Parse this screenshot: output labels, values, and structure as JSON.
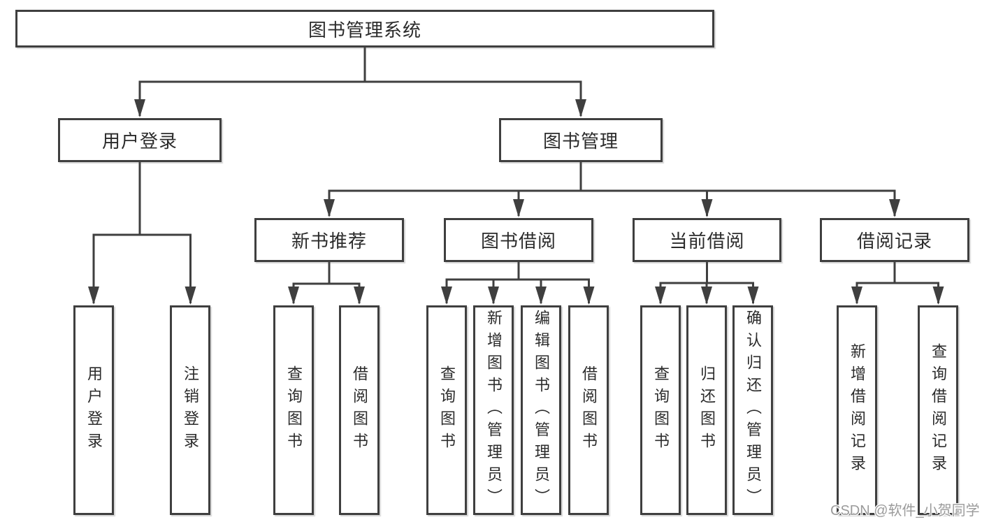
{
  "diagram": {
    "watermark": "CSDN @软件_小贺同学",
    "colors": {
      "background": "#ffffff",
      "line": "#3f3f3f",
      "box_border": "#3f3f3f",
      "box_fill": "#ffffff",
      "text": "#2b2b2b",
      "watermark_text": "#9b9b9b"
    },
    "nodes": {
      "root": {
        "label": "图书管理系统"
      },
      "user_login": {
        "label": "用户登录"
      },
      "book_mgmt": {
        "label": "图书管理"
      },
      "new_book_rec": {
        "label": "新书推荐"
      },
      "book_borrow": {
        "label": "图书借阅"
      },
      "current_borrow": {
        "label": "当前借阅"
      },
      "borrow_record": {
        "label": "借阅记录"
      },
      "ul_user_login": {
        "label": "用户登录"
      },
      "ul_logout": {
        "label": "注销登录"
      },
      "nb_query_book": {
        "label": "查询图书"
      },
      "nb_borrow_book": {
        "label": "借阅图书"
      },
      "bb_query_book": {
        "label": "查询图书"
      },
      "bb_add_book": {
        "label": "新增图书（管理员）"
      },
      "bb_edit_book": {
        "label": "编辑图书（管理员）"
      },
      "bb_borrow_book": {
        "label": "借阅图书"
      },
      "cb_query_book": {
        "label": "查询图书"
      },
      "cb_return_book": {
        "label": "归还图书"
      },
      "cb_confirm_return": {
        "label": "确认归还（管理员）"
      },
      "br_add_record": {
        "label": "新增借阅记录"
      },
      "br_query_record": {
        "label": "查询借阅记录"
      }
    },
    "structure": {
      "图书管理系统": [
        "用户登录",
        "图书管理"
      ],
      "用户登录": [
        "用户登录",
        "注销登录"
      ],
      "图书管理": [
        "新书推荐",
        "图书借阅",
        "当前借阅",
        "借阅记录"
      ],
      "新书推荐": [
        "查询图书",
        "借阅图书"
      ],
      "图书借阅": [
        "查询图书",
        "新增图书（管理员）",
        "编辑图书（管理员）",
        "借阅图书"
      ],
      "当前借阅": [
        "查询图书",
        "归还图书",
        "确认归还（管理员）"
      ],
      "借阅记录": [
        "新增借阅记录",
        "查询借阅记录"
      ]
    }
  }
}
